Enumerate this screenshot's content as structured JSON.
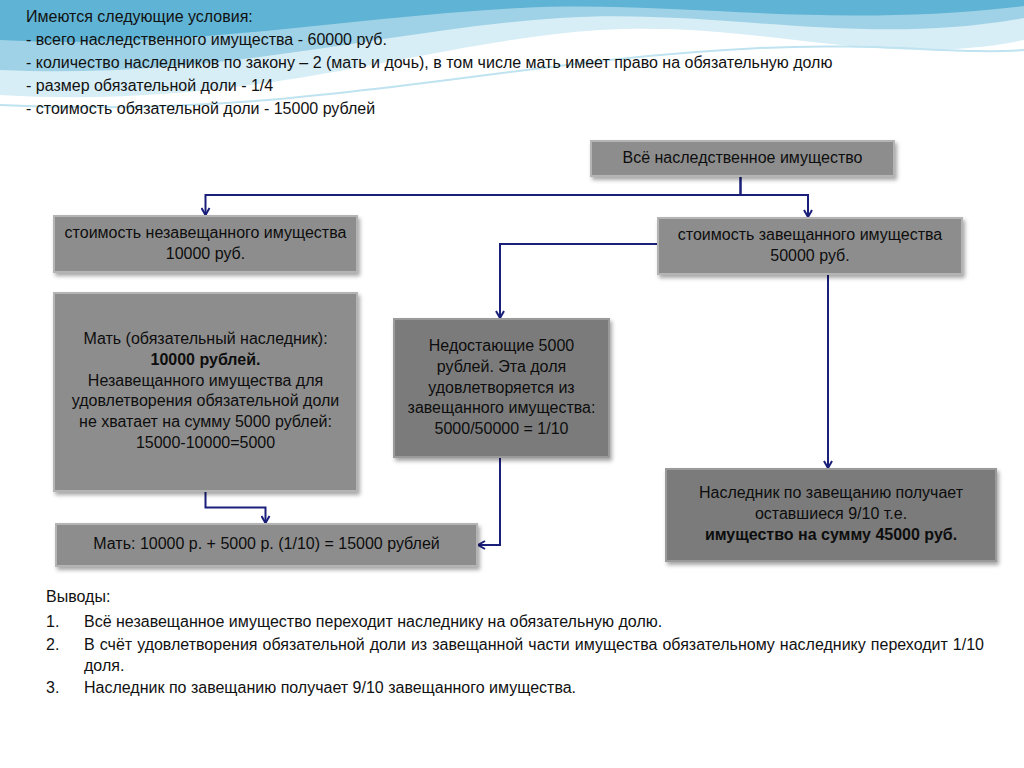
{
  "diagram": {
    "title": "Имеются следующие условия:",
    "nodes": [
      {
        "text": [
          "Всё наследственное имущество"
        ]
      },
      {
        "text": [
          "стоимость незавещанного имущества 10000 руб."
        ]
      },
      {
        "text": [
          "стоимость завещанного имущества 50000 руб."
        ]
      },
      {
        "text": [
          "Мать (обязательный наследник):",
          "10000 рублей.",
          "Незавещанного имущества для удовлетворения обязательной доли не хватает на сумму 5000 рублей:",
          "15000-10000=5000"
        ]
      },
      {
        "text": [
          "Недостающие 5000 рублей. Эта доля удовлетворяется из завещанного имущества:",
          "5000/50000 = 1/10"
        ]
      },
      {
        "text": [
          "Наследник по завещанию получает оставшиеся 9/10 т.е.",
          "имущество на сумму 45000 руб."
        ]
      },
      {
        "text": [
          "Мать: 10000 р. + 5000 р. (1/10) = 15000 рублей"
        ]
      }
    ],
    "edges": [
      {
        "from": 0,
        "to": 1,
        "arrow": "to"
      },
      {
        "from": 0,
        "to": 2,
        "arrow": "to"
      },
      {
        "from": 2,
        "to": 4,
        "arrow": "to"
      },
      {
        "from": 2,
        "to": 5,
        "arrow": "to"
      },
      {
        "from": 3,
        "to": 6,
        "arrow": "to"
      },
      {
        "from": 4,
        "to": 6,
        "arrow": "to"
      }
    ],
    "labels": [
      "- всего наследственного имущества - 60000 руб.",
      "- количество наследников по закону – 2 (мать и дочь), в том числе мать имеет право на обязательную долю",
      "- размер обязательной доли - 1/4",
      "- стоимость обязательной доли - 15000 рублей",
      "Выводы:",
      "1.",
      "Всё незавещанное имущество переходит наследнику на обязательную долю.",
      "2.",
      "В счёт удовлетворения обязательной доли из завещанной части имущества обязательному наследнику переходит 1/10 доля.",
      "3.",
      "Наследник по завещанию получает 9/10 завещанного имущества."
    ]
  }
}
